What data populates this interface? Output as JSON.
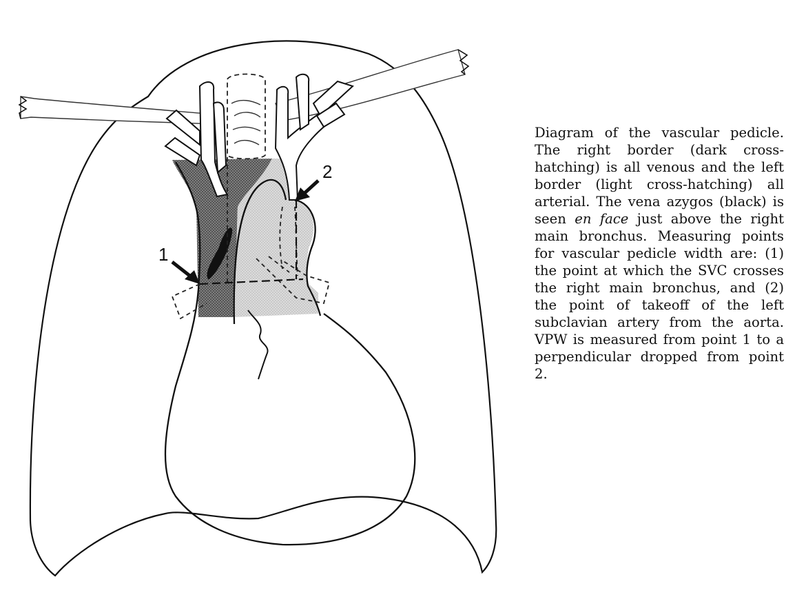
{
  "figure": {
    "labels": {
      "point1": "1",
      "point2": "2"
    }
  },
  "caption": {
    "part1": "Diagram of the vascular pedicle. The right border (dark cross-hatching) is all venous and the left border (light cross-hatching) all arterial. The vena azygos (black) is seen ",
    "italic": "en face",
    "part2": " just above the right main bronchus. Measuring points for vascular pedicle width are: (1) the point at which the SVC crosses the right main bronchus, and (2) the point of takeoff of the left subclavian artery from the aorta. VPW is measured from point 1 to a perpendicular dropped from point 2."
  }
}
